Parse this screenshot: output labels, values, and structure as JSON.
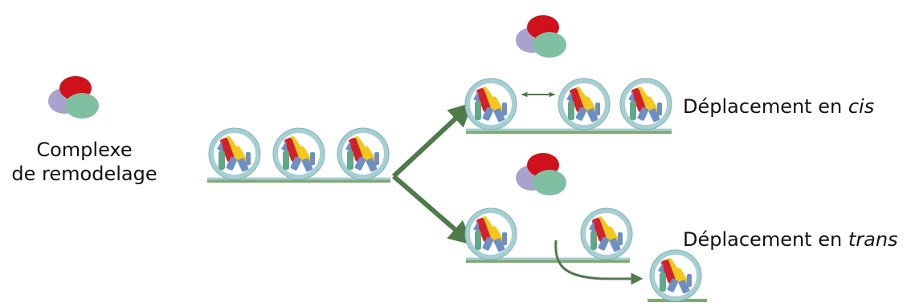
{
  "legend": {
    "line1": "Complexe",
    "line2": "de remodelage"
  },
  "outcomes": {
    "cis_prefix": "Déplacement en ",
    "cis_term": "cis",
    "trans_prefix": "Déplacement en ",
    "trans_term": "trans"
  },
  "colors": {
    "complex_red": "#d0101a",
    "complex_purple": "#a8a2cc",
    "complex_green": "#7fbfa2",
    "nucleosome_ring": "#a7cfd2",
    "nucleosome_edge": "#7fb3b8",
    "dna_strand": "#a7cfd2",
    "dna_base": "#7fa873",
    "arrow": "#4f7a4a",
    "histone_yellow": "#f2c81d",
    "histone_red": "#d3202a",
    "histone_blue": "#6d8fc6",
    "histone_green": "#5fa88a"
  }
}
